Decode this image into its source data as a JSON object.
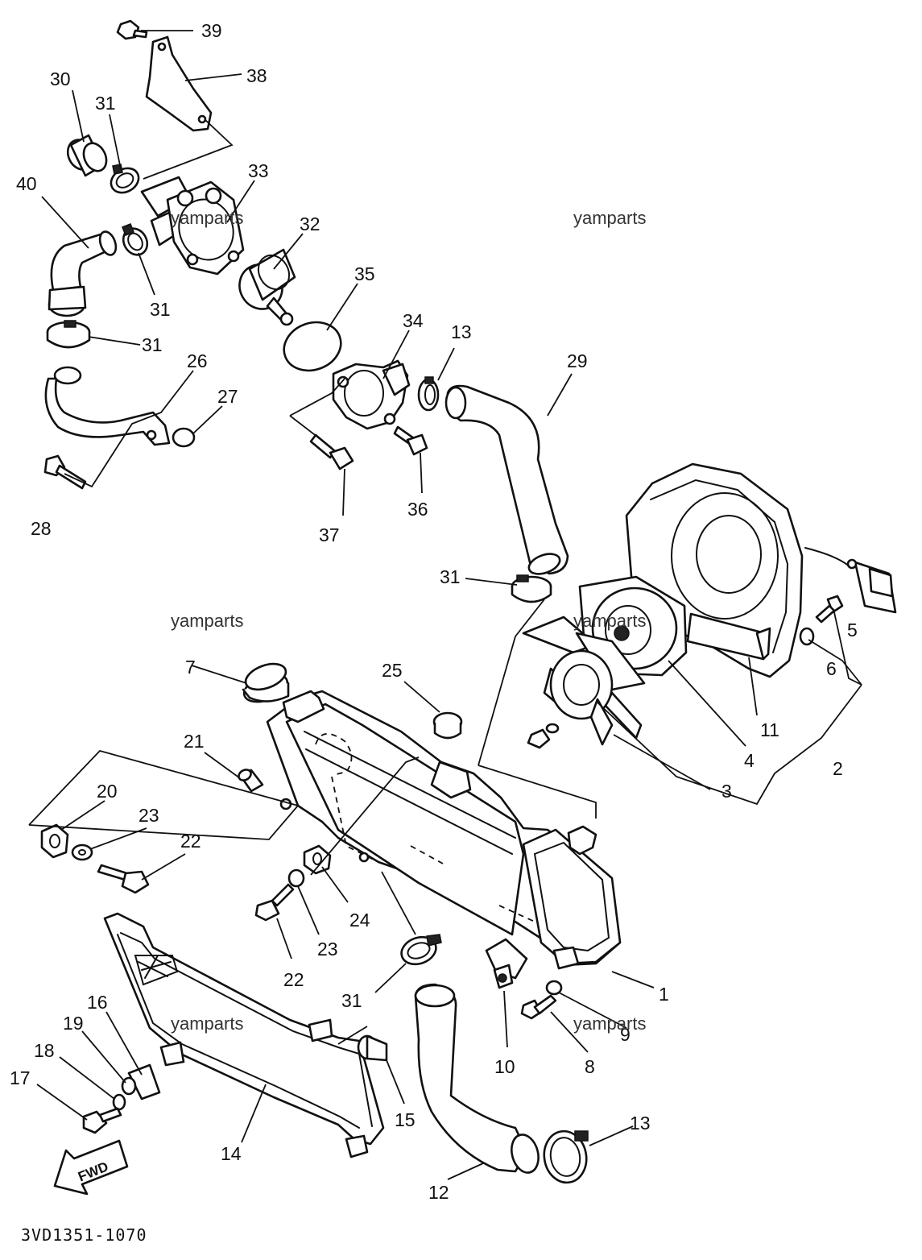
{
  "diagram": {
    "drawing_code": "3VD1351-1070",
    "watermark": "yamparts",
    "fwd_label": "FWD",
    "callouts": [
      "39",
      "38",
      "30",
      "31",
      "33",
      "40",
      "32",
      "31",
      "31",
      "35",
      "34",
      "13",
      "29",
      "26",
      "27",
      "28",
      "37",
      "36",
      "31",
      "5",
      "6",
      "7",
      "25",
      "11",
      "4",
      "2",
      "3",
      "21",
      "20",
      "23",
      "22",
      "24",
      "23",
      "22",
      "1",
      "31",
      "9",
      "10",
      "8",
      "16",
      "19",
      "18",
      "17",
      "15",
      "13",
      "14",
      "12"
    ]
  }
}
